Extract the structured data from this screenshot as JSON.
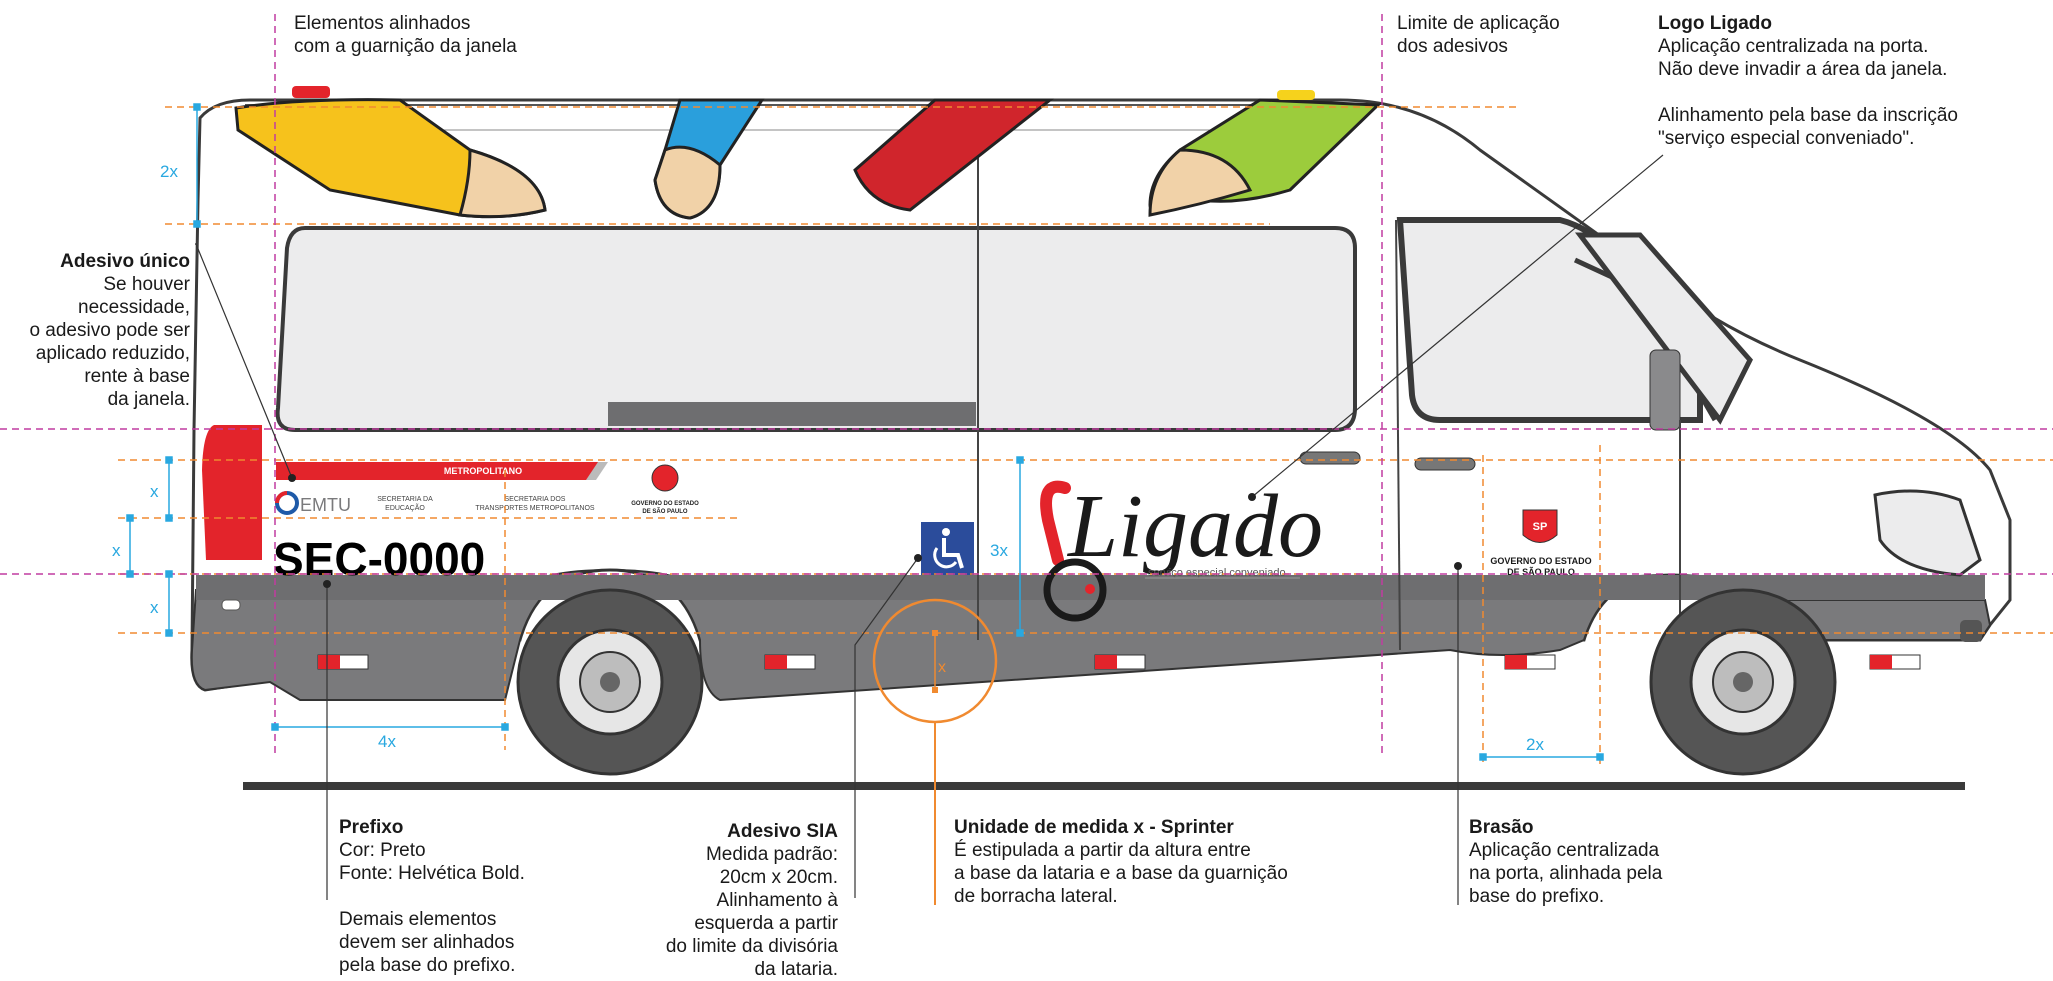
{
  "annotations": {
    "aligned": [
      "Elementos alinhados",
      "com a guarnição da janela"
    ],
    "limit": [
      "Limite de aplicação",
      "dos adesivos"
    ],
    "logo": {
      "title": "Logo Ligado",
      "lines": [
        "Aplicação centralizada na porta.",
        "Não deve invadir a área da janela.",
        "",
        "Alinhamento pela base da inscrição",
        "\"serviço especial conveniado\"."
      ]
    },
    "adesivo_unico": {
      "title": "Adesivo único",
      "lines": [
        "Se houver",
        "necessidade,",
        "o adesivo pode ser",
        "aplicado reduzido,",
        "rente à base",
        "da janela."
      ]
    },
    "prefixo": {
      "title": "Prefixo",
      "lines": [
        "Cor: Preto",
        "Fonte: Helvética Bold.",
        "",
        "Demais elementos",
        "devem ser alinhados",
        "pela base do prefixo."
      ]
    },
    "sia": {
      "title": "Adesivo SIA",
      "lines": [
        "Medida padrão:",
        "20cm x 20cm.",
        "Alinhamento à",
        "esquerda a partir",
        "do limite da divisória",
        "da lataria."
      ]
    },
    "unidade": {
      "title": "Unidade de medida x - Sprinter",
      "lines": [
        "É estipulada a partir da altura entre",
        "a base da lataria e a base da guarnição",
        "de borracha lateral."
      ]
    },
    "brasao": {
      "title": "Brasão",
      "lines": [
        "Aplicação centralizada",
        "na porta, alinhada pela",
        "base do prefixo."
      ]
    }
  },
  "dimensions": {
    "two_x": "2x",
    "x": "x",
    "three_x": "3x",
    "four_x": "4x"
  },
  "vehicle": {
    "prefix": "SEC-0000",
    "stripe_label": "METROPOLITANO",
    "emtu": "EMTU",
    "sec_educacao": [
      "SECRETARIA DA",
      "EDUCAÇÃO"
    ],
    "sec_transportes": [
      "SECRETARIA DOS",
      "TRANSPORTES METROPOLITANOS"
    ],
    "gov_small": [
      "GOVERNO DO ESTADO",
      "DE SÃO PAULO"
    ],
    "logo_word": "Ligado",
    "logo_tagline": "serviço especial conveniado",
    "gov_door": [
      "GOVERNO DO ESTADO",
      "DE SÃO PAULO"
    ],
    "brasao_sp": "SP"
  },
  "colors": {
    "dimension": "#29a8e0",
    "guide_orange": "#f08a30",
    "guide_magenta": "#c03ca0",
    "red": "#e3242b",
    "pencil_yellow": "#f6c21c",
    "pencil_blue": "#2a9fdc",
    "pencil_red": "#d0252c",
    "pencil_green": "#9ccc3c",
    "sia_blue": "#2b4c9b"
  }
}
